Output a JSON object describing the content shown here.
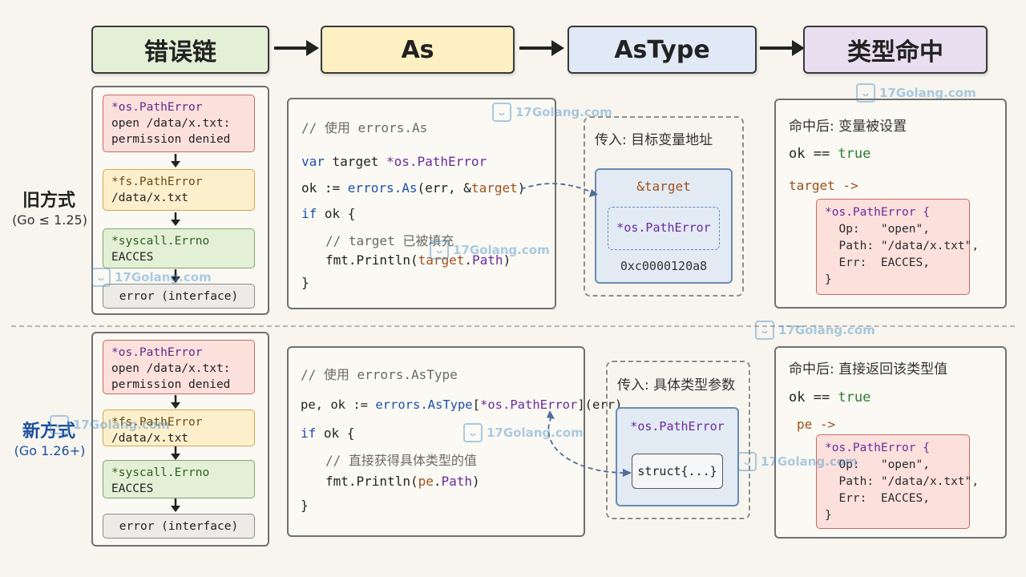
{
  "header": {
    "steps": [
      "错误链",
      "As",
      "AsType",
      "类型命中"
    ],
    "colors": [
      "#e3f0d6",
      "#fdf1c4",
      "#e0e9f5",
      "#e8def0"
    ]
  },
  "sides": {
    "old": {
      "title": "旧方式",
      "subtitle": "(Go ≤ 1.25)"
    },
    "new": {
      "title": "新方式",
      "subtitle": "(Go 1.26+)"
    }
  },
  "chain": {
    "path_error": {
      "type": "*os.PathError",
      "line1": "open /data/x.txt:",
      "line2": "permission denied"
    },
    "fs_error": {
      "type": "*fs.PathError",
      "line1": "/data/x.txt"
    },
    "errno": {
      "type": "*syscall.Errno",
      "line1": "EACCES"
    },
    "iface": "error (interface)"
  },
  "old_code": {
    "comment": "// 使用 errors.As",
    "l1_kw": "var",
    "l1_rest": " target ",
    "l1_ty": "*os.PathError",
    "l2_a": "ok := ",
    "l2_fn": "errors.As",
    "l2_b": "(err, &",
    "l2_var": "target",
    "l2_c": ")",
    "l3_kw": "if",
    "l3_rest": " ok {",
    "l4": "// target 已被填充",
    "l5_a": "fmt.Println(",
    "l5_var": "target",
    "l5_b": ".",
    "l5_field": "Path",
    "l5_c": ")",
    "l6": "}"
  },
  "old_pass": {
    "label": "传入: 目标变量地址",
    "addr": "&target",
    "type": "*os.PathError",
    "ptr": "0xc0000120a8"
  },
  "old_hit": {
    "label": "命中后: 变量被设置",
    "ok_a": "ok == ",
    "ok_b": "true",
    "target": "target ->"
  },
  "new_code": {
    "comment": "// 使用 errors.AsType",
    "l1_a": "pe, ok := ",
    "l1_fn": "errors.AsType",
    "l1_b": "[",
    "l1_ty": "*os.PathError",
    "l1_c": "](err)",
    "l2_kw": "if",
    "l2_rest": " ok {",
    "l3": "// 直接获得具体类型的值",
    "l4_a": "fmt.Println(",
    "l4_var": "pe",
    "l4_b": ".",
    "l4_field": "Path",
    "l4_c": ")",
    "l5": "}"
  },
  "new_pass": {
    "label": "传入: 具体类型参数",
    "type": "*os.PathError",
    "struct": "struct{...}"
  },
  "new_hit": {
    "label": "命中后: 直接返回该类型值",
    "ok_a": "ok == ",
    "ok_b": "true",
    "target": "pe ->"
  },
  "result": {
    "l1": "*os.PathError {",
    "l2": "  Op:   \"open\",",
    "l3": "  Path: \"/data/x.txt\",",
    "l4": "  Err:  EACCES,",
    "l5": "}"
  },
  "watermark": "17Golang.com"
}
